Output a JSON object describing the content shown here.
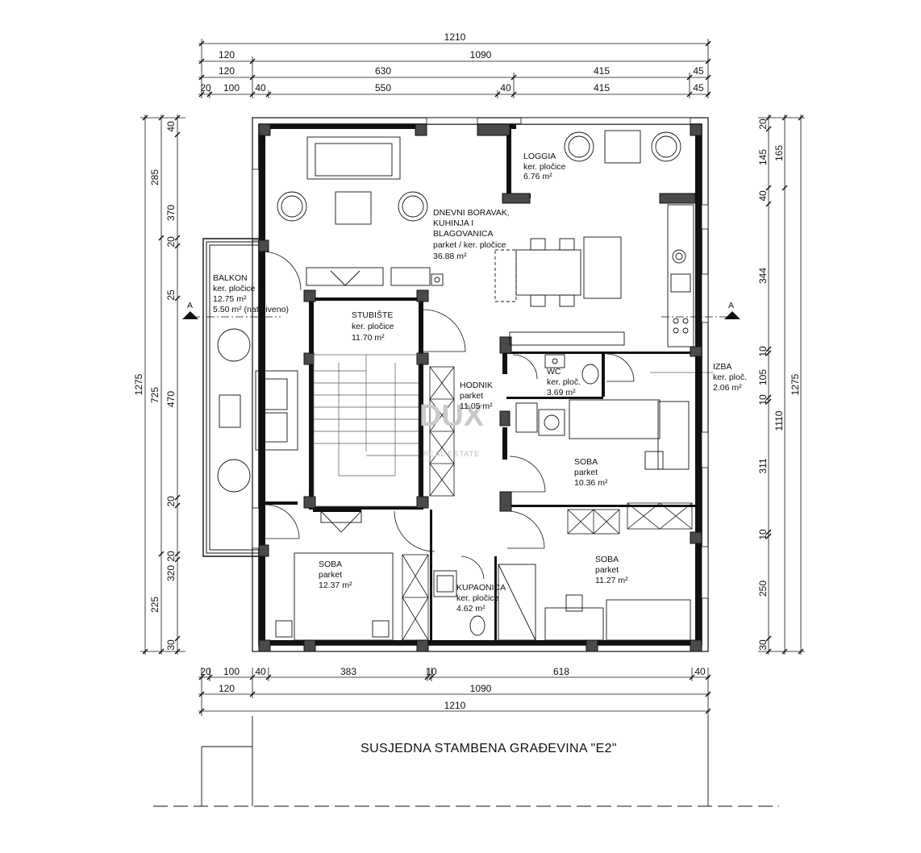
{
  "plan": {
    "neighbor_building": "SUSJEDNA STAMBENA GRAĐEVINA \"E2\"",
    "section_marker": "A",
    "watermark": "DUX",
    "watermark_sub": "REAL ESTATE"
  },
  "rooms": {
    "loggia": {
      "name": "LOGGIA",
      "floor": "ker. pločice",
      "area": "6.76 m²"
    },
    "living": {
      "name1": "DNEVNI BORAVAK,",
      "name2": "KUHINJA I",
      "name3": "BLAGOVANICA",
      "floor": "parket / ker. pločice",
      "area": "36.88 m²"
    },
    "balcony": {
      "name": "BALKON",
      "floor": "ker. pločice",
      "area": "12.75 m²",
      "covered": "5.50 m² (natkriveno)"
    },
    "stairs": {
      "name": "STUBIŠTE",
      "floor": "ker. pločice",
      "area": "11.70 m²"
    },
    "hall": {
      "name": "HODNIK",
      "floor": "parket",
      "area": "11.05 m²"
    },
    "wc": {
      "name": "WC",
      "floor": "ker. ploč.",
      "area": "3.69 m²"
    },
    "storage": {
      "name": "IZBA",
      "floor": "ker. ploč.",
      "area": "2.06 m²"
    },
    "room1": {
      "name": "SOBA",
      "floor": "parket",
      "area": "10.36 m²"
    },
    "room2": {
      "name": "SOBA",
      "floor": "parket",
      "area": "12.37 m²"
    },
    "room3": {
      "name": "SOBA",
      "floor": "parket",
      "area": "11.27 m²"
    },
    "bathroom": {
      "name": "KUPAONICA",
      "floor": "ker. pločice",
      "area": "4.62 m²"
    }
  },
  "dimensions": {
    "top": {
      "row1": [
        "1210"
      ],
      "row2": [
        "120",
        "1090"
      ],
      "row3": [
        "120",
        "630",
        "415",
        "45"
      ],
      "row4": [
        "20",
        "100",
        "40",
        "550",
        "40",
        "415",
        "45"
      ]
    },
    "bottom": {
      "row1": [
        "20",
        "100",
        "40",
        "383",
        "10",
        "618",
        "40"
      ],
      "row2": [
        "120",
        "1090"
      ],
      "row3": [
        "1210"
      ]
    },
    "left": {
      "outer": [
        "1275"
      ],
      "middle": [
        "285",
        "725",
        "225"
      ],
      "inner": [
        "40",
        "370",
        "20",
        "25",
        "470",
        "20",
        "20",
        "320",
        "30"
      ]
    },
    "right": {
      "inner": [
        "20",
        "145",
        "40",
        "344",
        "10",
        "105",
        "10",
        "311",
        "10",
        "250",
        "30"
      ],
      "middle": [
        "165",
        "1110"
      ],
      "outer": [
        "1275"
      ]
    }
  }
}
